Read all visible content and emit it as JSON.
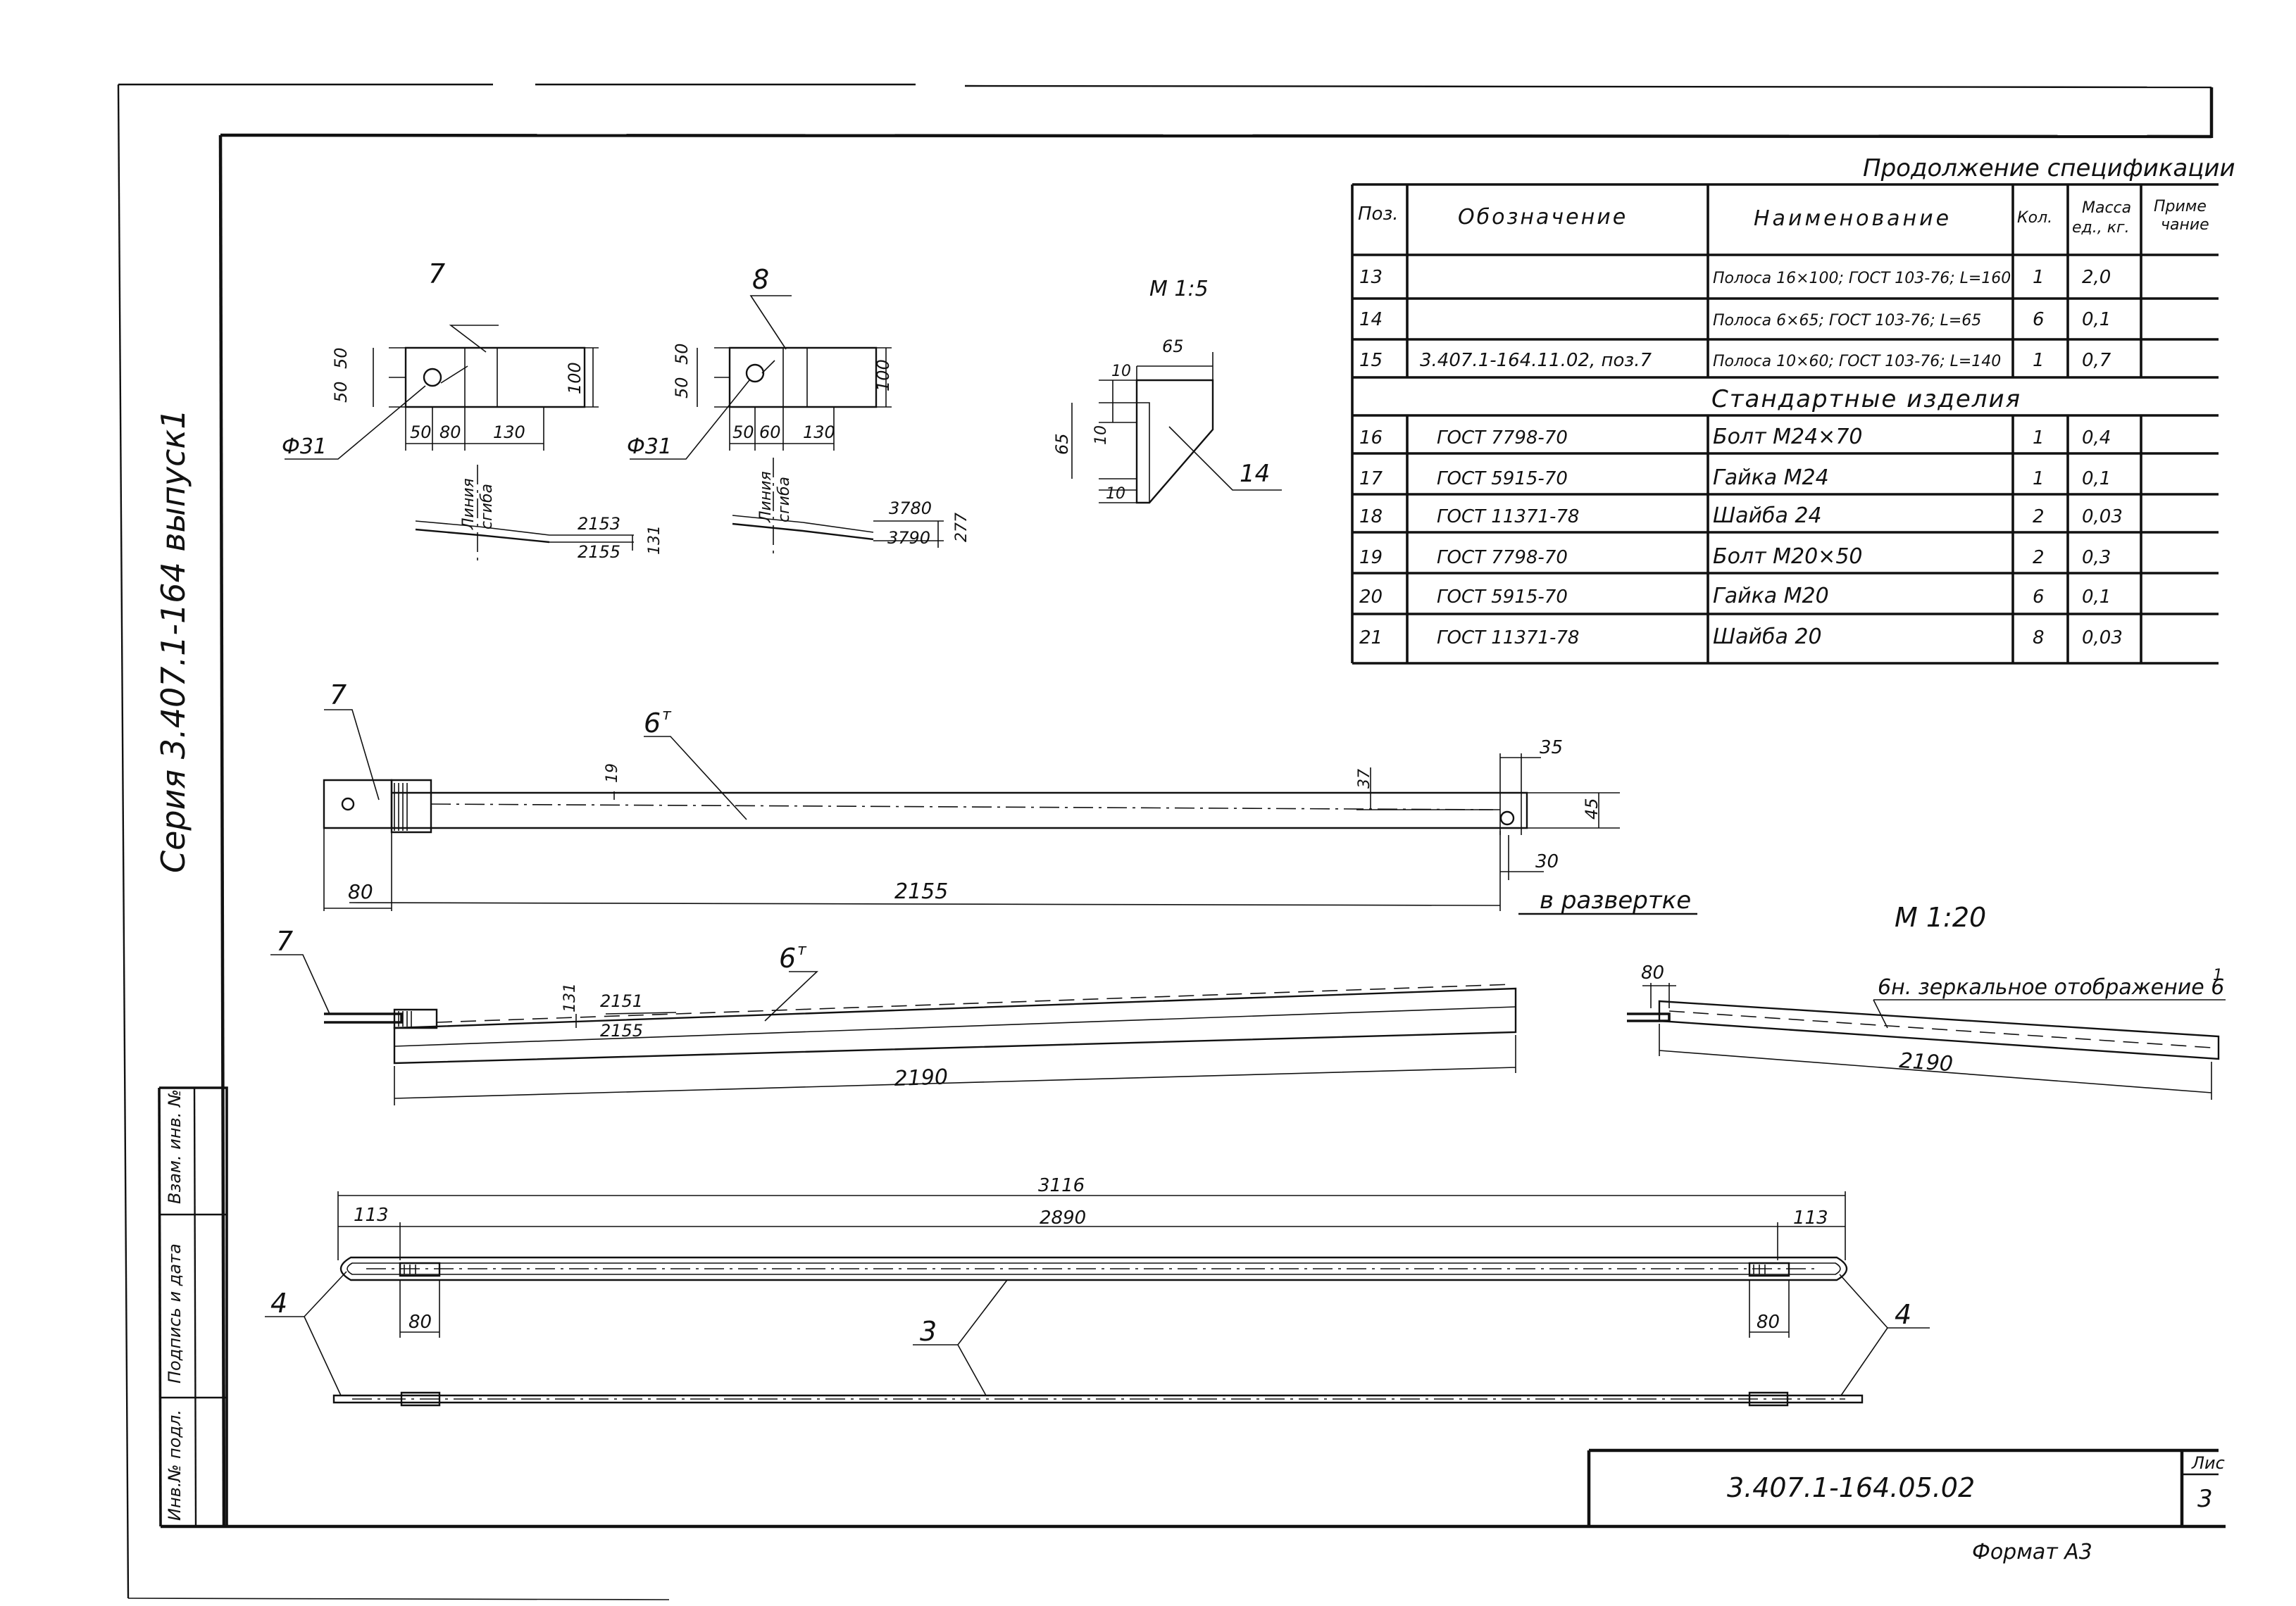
{
  "spec": {
    "continuation_title": "Продолжение спецификации",
    "headers": {
      "pos": "Поз.",
      "designation": "Обозначение",
      "name": "Наименование",
      "qty": "Кол.",
      "mass_top": "Масса",
      "mass_bottom": "ед., кг.",
      "note_top": "Приме",
      "note_bottom": "чание"
    },
    "rows": [
      {
        "pos": "13",
        "designation": "",
        "name": "Полоса 16×100; ГОСТ 103-76; L=160",
        "qty": "1",
        "mass": "2,0"
      },
      {
        "pos": "14",
        "designation": "",
        "name": "Полоса 6×65; ГОСТ 103-76; L=65",
        "qty": "6",
        "mass": "0,1"
      },
      {
        "pos": "15",
        "designation": "3.407.1-164.11.02, поз.7",
        "name": "Полоса 10×60; ГОСТ 103-76; L=140",
        "qty": "1",
        "mass": "0,7"
      }
    ],
    "section_title": "Стандартные изделия",
    "std_rows": [
      {
        "pos": "16",
        "designation": "ГОСТ 7798-70",
        "name": "Болт М24×70",
        "qty": "1",
        "mass": "0,4"
      },
      {
        "pos": "17",
        "designation": "ГОСТ 5915-70",
        "name": "Гайка М24",
        "qty": "1",
        "mass": "0,1"
      },
      {
        "pos": "18",
        "designation": "ГОСТ 11371-78",
        "name": "Шайба 24",
        "qty": "2",
        "mass": "0,03"
      },
      {
        "pos": "19",
        "designation": "ГОСТ 7798-70",
        "name": "Болт М20×50",
        "qty": "2",
        "mass": "0,3"
      },
      {
        "pos": "20",
        "designation": "ГОСТ 5915-70",
        "name": "Гайка М20",
        "qty": "6",
        "mass": "0,1"
      },
      {
        "pos": "21",
        "designation": "ГОСТ 11371-78",
        "name": "Шайба 20",
        "qty": "8",
        "mass": "0,03"
      }
    ]
  },
  "side": {
    "series": "Серия 3.407.1-164 выпуск1",
    "inv_orig": "Инв.№ подл.",
    "sign_date": "Подпись и дата",
    "replace_inv": "Взам. инв. №"
  },
  "title_block": {
    "code": "3.407.1-164.05.02",
    "sheet_label": "Лис",
    "sheet_number": "3",
    "format": "Формат А3"
  },
  "scales": {
    "m15": "М 1:5",
    "m120": "М 1:20"
  },
  "labels": {
    "bend_line": [
      "Линия",
      "сгиба"
    ],
    "unfold": "в развертке",
    "mirror": "6н. зеркальное отображение 6"
  },
  "details": {
    "d7": {
      "pos": "7",
      "phi": "Ф31",
      "h1": "50",
      "h2": "50",
      "hh": "100",
      "w1": "50",
      "w2": "80",
      "w3": "130",
      "len1": "2153",
      "len2": "2155",
      "thk": "131"
    },
    "d8": {
      "pos": "8",
      "phi": "Ф31",
      "h1": "50",
      "h2": "50",
      "hh": "100",
      "w1": "50",
      "w2": "60",
      "w3": "130",
      "len1": "3780",
      "len2": "3790",
      "thk": "277"
    },
    "d14": {
      "pos": "14",
      "w": "65",
      "h": "65",
      "a": "10",
      "b": "10",
      "c": "10"
    }
  },
  "plan": {
    "pos7": "7",
    "pos6": "6",
    "sup": "т",
    "d19": "19",
    "d37": "37",
    "d35": "35",
    "d45": "45",
    "d30": "30",
    "d80": "80",
    "d2155": "2155"
  },
  "elev": {
    "pos7": "7",
    "pos6": "6",
    "sup": "т",
    "d131": "131",
    "d2151": "2151",
    "d2155": "2155",
    "d2190": "2190"
  },
  "mirror_view": {
    "d80": "80",
    "d2190": "2190",
    "sup": "1"
  },
  "bar": {
    "d3116": "3116",
    "d2890": "2890",
    "d113a": "113",
    "d113b": "113",
    "d80a": "80",
    "d80b": "80",
    "pos4a": "4",
    "pos3": "3",
    "pos4b": "4"
  }
}
